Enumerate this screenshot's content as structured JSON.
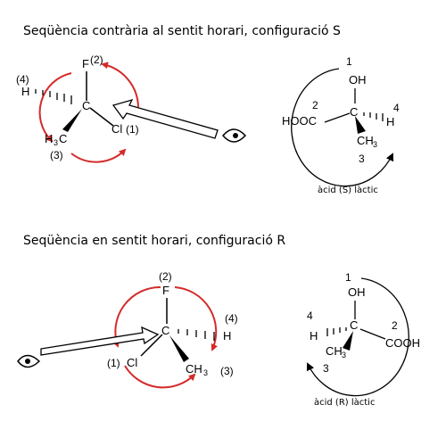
{
  "top": {
    "heading": "Seqüència contrària al sentit horari, configuració S",
    "perspective": {
      "F": "F",
      "F_rank": "(2)",
      "H": "H",
      "H_rank": "(4)",
      "Cl": "Cl",
      "Cl_rank": "(1)",
      "CH3_main": "H",
      "CH3_sub": "3",
      "CH3_tail": "C",
      "CH3_rank": "(3)",
      "C": "C"
    },
    "molecule": {
      "rank1": "1",
      "rank2": "2",
      "rank3": "3",
      "rank4": "4",
      "OH": "OH",
      "HOOC": "HOOC",
      "C": "C",
      "H": "H",
      "CH3_main": "CH",
      "CH3_sub": "3",
      "caption": "àcid (S) làctic"
    }
  },
  "bottom": {
    "heading": "Seqüència en sentit horari, configuració R",
    "perspective": {
      "F": "F",
      "F_rank": "(2)",
      "H": "H",
      "H_rank": "(4)",
      "Cl": "Cl",
      "Cl_rank": "(1)",
      "CH3_main": "CH",
      "CH3_sub": "3",
      "CH3_rank": "(3)",
      "C": "C"
    },
    "molecule": {
      "rank1": "1",
      "rank2": "2",
      "rank3": "3",
      "rank4": "4",
      "OH": "OH",
      "COOH": "COOH",
      "C": "C",
      "H": "H",
      "CH3_main": "CH",
      "CH3_sub": "3",
      "caption": "àcid (R) làctic"
    }
  },
  "colors": {
    "arrow_red": "#d42a2a",
    "ink": "#000000"
  }
}
